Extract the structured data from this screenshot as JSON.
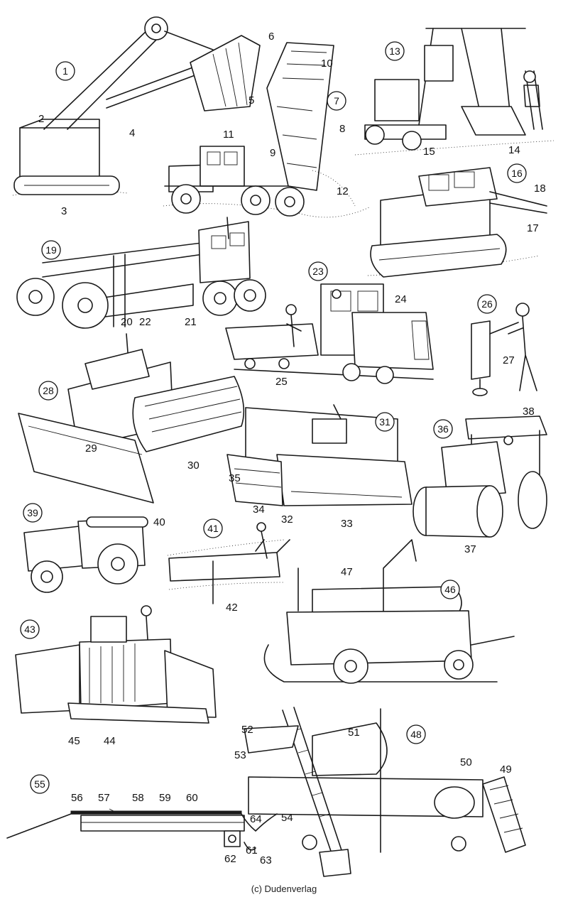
{
  "credit": "(c) Dudenverlag",
  "figure_numbers": [
    "1",
    "7",
    "13",
    "16",
    "19",
    "23",
    "26",
    "28",
    "31",
    "36",
    "39",
    "41",
    "46",
    "43",
    "48",
    "55"
  ],
  "part_labels": [
    "2",
    "3",
    "4",
    "5",
    "6",
    "8",
    "9",
    "10",
    "11",
    "12",
    "14",
    "15",
    "17",
    "18",
    "20",
    "21",
    "22",
    "24",
    "25",
    "27",
    "29",
    "30",
    "32",
    "33",
    "34",
    "35",
    "37",
    "38",
    "40",
    "42",
    "44",
    "45",
    "47",
    "49",
    "50",
    "51",
    "52",
    "53",
    "54",
    "56",
    "57",
    "58",
    "59",
    "60",
    "61",
    "62",
    "63",
    "64"
  ]
}
